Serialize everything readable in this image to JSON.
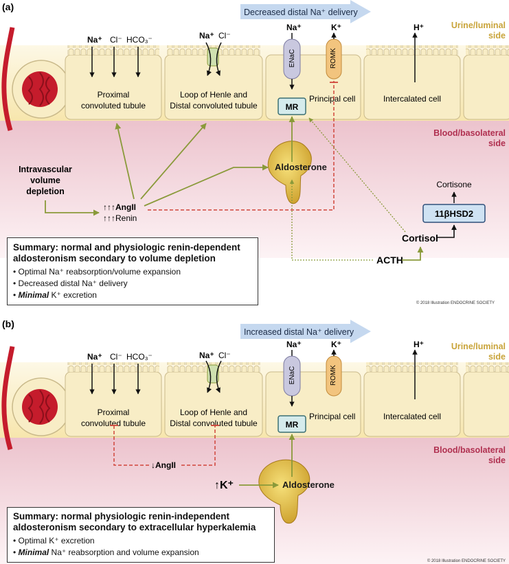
{
  "panel_a": {
    "tag": "(a)",
    "banner": "Decreased distal Na⁺ delivery",
    "urine_side": [
      "Urine/luminal",
      "side"
    ],
    "blood_side": [
      "Blood/basolateral",
      "side"
    ],
    "ions_proximal": [
      "Na⁺",
      "Cl⁻",
      "HCO₃⁻"
    ],
    "ions_loop": [
      "Na⁺",
      "Cl⁻"
    ],
    "ion_enac": "Na⁺",
    "ion_romk": "K⁺",
    "ion_intercalated": "H⁺",
    "channel_enac": "ENaC",
    "channel_romk": "ROMK",
    "cell_proximal": [
      "Proximal",
      "convoluted tubule"
    ],
    "cell_loop": [
      "Loop of Henle and",
      "Distal convoluted tubule"
    ],
    "cell_principal": "Principal cell",
    "cell_intercalated": "Intercalated cell",
    "mr": "MR",
    "aldosterone": "Aldosterone",
    "volume": [
      "Intravascular",
      "volume",
      "depletion"
    ],
    "angii": "↑↑↑AngII",
    "renin": "↑↑↑Renin",
    "cortisone": "Cortisone",
    "hsd": "11βHSD2",
    "cortisol": "Cortisol",
    "acth": "ACTH",
    "summary_title": "Summary: normal and physiologic renin-dependent aldosteronism secondary to volume depletion",
    "summary_items": [
      "Optimal Na⁺ reabsorption/volume expansion",
      "Decreased distal Na⁺ delivery"
    ],
    "summary_item3_em": "Minimal",
    "summary_item3_rest": " K⁺ excretion",
    "copyright": "© 2018 Illustration ENDOCRINE SOCIETY"
  },
  "panel_b": {
    "tag": "(b)",
    "banner": "Increased distal Na⁺ delivery",
    "urine_side": [
      "Urine/luminal",
      "side"
    ],
    "blood_side": [
      "Blood/basolateral",
      "side"
    ],
    "ions_proximal": [
      "Na⁺",
      "Cl⁻",
      "HCO₃⁻"
    ],
    "ions_loop": [
      "Na⁺",
      "Cl⁻"
    ],
    "ion_enac": "Na⁺",
    "ion_romk": "K⁺",
    "ion_intercalated": "H⁺",
    "channel_enac": "ENaC",
    "channel_romk": "ROMK",
    "cell_proximal": [
      "Proximal",
      "convoluted tubule"
    ],
    "cell_loop": [
      "Loop of Henle and",
      "Distal convoluted tubule"
    ],
    "cell_principal": "Principal cell",
    "cell_intercalated": "Intercalated cell",
    "mr": "MR",
    "aldosterone": "Aldosterone",
    "angii": "↓AngII",
    "potassium": "↑K⁺",
    "summary_title": "Summary: normal physiologic renin-independent aldosteronism secondary to extracellular hyperkalemia",
    "summary_item1": "Optimal K⁺ excretion",
    "summary_item2_em": "Minimal",
    "summary_item2_rest": " Na⁺ reabsorption and volume expansion",
    "copyright": "© 2018 Illustration ENDOCRINE SOCIETY"
  },
  "colors": {
    "cell_fill": "#f8edc6",
    "cell_stroke": "#c9b98a",
    "blood_zone": "#f3d7de",
    "urine_zone": "#fbf0cc",
    "olive_arrow": "#8a9a3a",
    "red_dashed": "#d0453a",
    "side_label_urine": "#c9a43a",
    "side_label_blood": "#b03050",
    "banner": "#c5d8ef",
    "enac": "#c9c8df",
    "romk": "#f2c47e",
    "mr_box": "#d5ebec",
    "hsd_box": "#cfe2f3",
    "glomerulus": "#c51c2c"
  }
}
